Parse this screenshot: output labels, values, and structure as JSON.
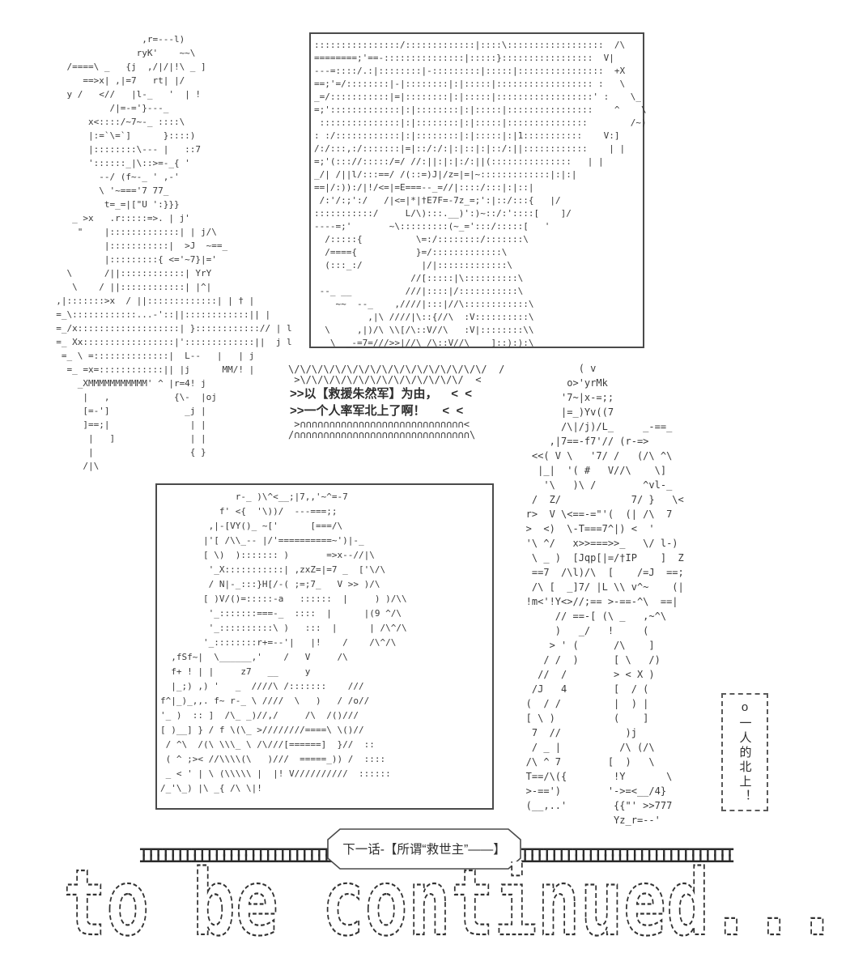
{
  "colors": {
    "ink": "#3a3a3a",
    "panel_border": "#4a4a4a",
    "bg": "#ffffff"
  },
  "left_figure": {
    "lines": [
      "                  ,r=---l)",
      "                 ryK'    ~~\\",
      "    /====\\ _   {j  ,/|/|!\\ _ ]",
      "       ==>x| ,|=7   rt| |/",
      "    y /   <//   |l-_   '  | !",
      "            /|=-='}---_",
      "        x<::::/~7~-_ ::::\\",
      "        |:=`\\=`]      }::::)",
      "        |::::::::\\--- |   ::7",
      "        '::::::_|\\::>=-_{ '",
      "          --/ (f~-_ ' ,-'",
      "          \\ '~==='7 77_",
      "           t=_=|[\"U ':}}}",
      "     _ >x   .r:::::=>. | j'",
      "      \"    |:::::::::::::| | j/\\",
      "           |:::::::::::|  >J  ~==_",
      "           |:::::::::{ <='~7}|='",
      "    \\      /||::::::::::::| YrY",
      "     \\    / ||::::::::::::| |^|",
      "  ,|:::::::>x  / ||:::::::::::::| | † |",
      "  =_\\::::::::::::...-'::||::::::::::::|| |",
      "  =_/x:::::::::::::::::::| }::::::::::::// | l",
      "  =_ Xx:::::::::::::::::|':::::::::::::||  j l",
      "   =_ \\ =::::::::::::::|  L--   |   | j",
      "    =_ =x=::::::::::::|| |j      MM/! |",
      "      _XMMMMMMMMMMM' ^ |r=4! j",
      "       |   ,            {\\-  |oj",
      "       [=-']              _j |",
      "       ]==;|               | |",
      "        |   ]              | |",
      "        |                  { }",
      "       /|\\"
    ]
  },
  "rain_panel": {
    "lines": [
      "::::::::::::::::/:::::::::::::|::::\\::::::::::::::::::  /\\",
      "========;'==-:::::::::::::::|:::::}:::::::::::::::::  V|",
      "---=::::/.:|::::::::|-:::::::::|:::::|::::::::::::::::  +X",
      "==;'=/::::::::|-|::::::::|:|:::::|:::::::::::::::::: :   \\",
      "_=/:::::::::::|=|::::::::|:|:::::|::::::::::::::::::' :    \\_",
      "=;':::::::::::::|:|::::::::|:|:::::|::::::::::::::::    ^    \\",
      " :::::::::::::::|:|::::::::|:|:::::|:::::::::::::::        /~)",
      ": :/::::::::::::|:|::::::::|:|:::::|:|1:::::::::::    V:]",
      "/:/:::,:/:::::::|=|::/:/:|:|::|:|::/:||::::::::::::    | |",
      "=;'(::://:::::/=/ //:||:|:|:/:||(:::::::::::::::   | |",
      "_/| /||l/:::==/ /(::=)J|/z=|=|~:::::::::::::|:|:|",
      "==|/:)):/|!/<=|=E===--_=//|::::/:::|:|::|",
      " /:'/:;':/   /|<=|*|†E7F=-7z_=;':|::/:::{   |/",
      ":::::::::::/     L/\\):::.__)':)~::/:'::::[    ]/",
      "----=;'       ~\\:::::::::(~_=':::/:::::[   '",
      "  /:::::{          \\=:/::::::::/:::::::\\",
      "  /===={           }=/:::::::::::::\\",
      "  (:::_:/           |/|:::::::::::::\\",
      "                  //[:::::|\\::::::::::\\",
      " --_ __          ///|::::|/:::::::::::\\",
      "    ~~  --_    ,////|:::|//\\::::::::::::\\",
      "          ,|\\ ////|\\::{//\\  :V::::::::::\\",
      "  \\     ,|)/\\ \\\\[/\\::V//\\   :V|::::::::\\\\",
      "   \\  _-=7=///>>|//\\ /\\::V//\\    ]::):):\\"
    ]
  },
  "shout_bubble": {
    "top": [
      "\\/\\/\\/\\/\\/\\/\\/\\/\\/\\/\\/\\/\\/\\/\\/\\/\\/  /",
      " >\\/\\/\\/\\/\\/\\/\\/\\/\\/\\/\\/\\/\\/\\/  <"
    ],
    "text1": ">>以【救援朱然军】为由，    <  <",
    "text2": ">>一个人率军北上了啊！     <  <",
    "bottom": [
      " >∩∩∩∩∩∩∩∩∩∩∩∩∩∩∩∩∩∩∩∩∩∩∩∩∩∩∩∩<",
      "/∩∩∩∩∩∩∩∩∩∩∩∩∩∩∩∩∩∩∩∩∩∩∩∩∩∩∩∩∩∩\\"
    ]
  },
  "right_figure": {
    "lines": [
      "            ( v",
      "          o>'yrMk",
      "         '7~|x-=;;",
      "         |=_)Yv((7",
      "         /\\|/j)/L_     _-==_",
      "       ,|7==-f7'// (r-=>",
      "    <<( V \\   '7/ /   (/\\ ^\\",
      "     |_|  '( #   V//\\    \\]",
      "      '\\   )\\ /        ^vl-_",
      "    /  Z/            7/ }   \\<",
      "   r>  V \\<==-=\"'(  (| /\\  7",
      "   >  <)  \\-T===7^|) <  '",
      "   '\\ ^/   x>>===>>_   \\/ l-)",
      "    \\ _ )  [Jqp[|=/†IP    ]  Z",
      "    ==7  /\\l)/\\  [    /=J  ==;",
      "    /\\ [  _]7/ |L \\\\ v^~    (|",
      "   !m<'!Y<>//;== >-==-^\\  ==|",
      "        // ==-[ (\\ _   ,~^\\",
      "        )   _/   !     (",
      "       > ' (      /\\    ]",
      "      / /  )      [ \\   /)",
      "     //  /        > < X )",
      "    /J   4        [  / (",
      "   (  / /         |  ) |",
      "   [ \\ )          (    ]",
      "    7  //           )j",
      "    / _ |          /\\ (/\\",
      "   /\\ ^ 7        [  )   \\",
      "   T==/\\({        !Y       \\",
      "   >-==')        '->=<__/4}",
      "   (__,..'        {{\"' >>777",
      "                  Yz_r=--'"
    ]
  },
  "camp_panel": {
    "lines": [
      "              r-_ )\\^<__;|7,,'~^=-7",
      "           f' <{  '\\))/  ---===;;",
      "         ,|-[VY()_ ~['      [===/\\",
      "        |'[ /\\\\_-- |/'==========~')|-_",
      "        [ \\)  )::::::: )       =>x--//|\\",
      "         '_X:::::::::::| ,zxZ=|=7 _  ['\\/\\",
      "         / N|-_:::}H[/-( ;=;7_   V >> )/\\",
      "        [ )V/()=:::::-a   ::::::  |     ) )/\\\\",
      "         '_:::::::===-_  ::::  |      |(9 ^/\\",
      "         '_::::::::::\\ )   :::  |      | /\\^/\\",
      "        '_::::::::r+=--'|   |!    /    /\\^/\\",
      "  ,fSf~|  \\______,'    /   V     /\\",
      "  f+ ! | |     z7   __     y",
      "  |_;) ,) '   _  ////\\ /:::::::    ///",
      "f^|_)_,,. f~ r-_ \\ ////  \\   )   / /o//",
      "'_ )  :: ]  /\\_ _)//,/     /\\  /()///",
      "[ )__] } / f \\(\\_ >////////====\\ \\()//",
      " / ^\\  /(\\ \\\\\\_ \\ /\\///[======]  }//  ::",
      " ( ^ ;>< //\\\\\\\\(\\   )///  =====_)) /  ::::",
      " _ < ' | \\ (\\\\\\\\\\ |  |! V//////////  ::::::",
      "/_'\\_) |\\ _{ /\\ \\|!"
    ]
  },
  "vertical_caption": {
    "text": "o一人的北上！"
  },
  "next_episode": {
    "label": "下一话-【所谓“救世主”——】"
  },
  "tracks": {
    "left_top": "┳┳┳┳┳┳┳┳┳┳┳┳┳┳┳┳┳┳┳┳┳┳┳┳┳┳┳┳┳┳┳┳┳┳┳",
    "left_bottom": "┻┻┻┻┻┻┻┻┻┻┻┻┻┻┻┻┻┻┻┻┻┻┻┻┻┻┻┻┻┻┻┻┻┻┻",
    "right_top": "┳┳┳┳┳┳┳┳┳┳┳┳┳┳┳┳┳┳┳┳┳┳┳┳┳┳┳┳┳",
    "right_bottom": "┻┻┻┻┻┻┻┻┻┻┻┻┻┻┻┻┻┻┻┻┻┻┻┻┻┻┻┻┻"
  },
  "to_be_continued": {
    "text": "to be continued..."
  }
}
